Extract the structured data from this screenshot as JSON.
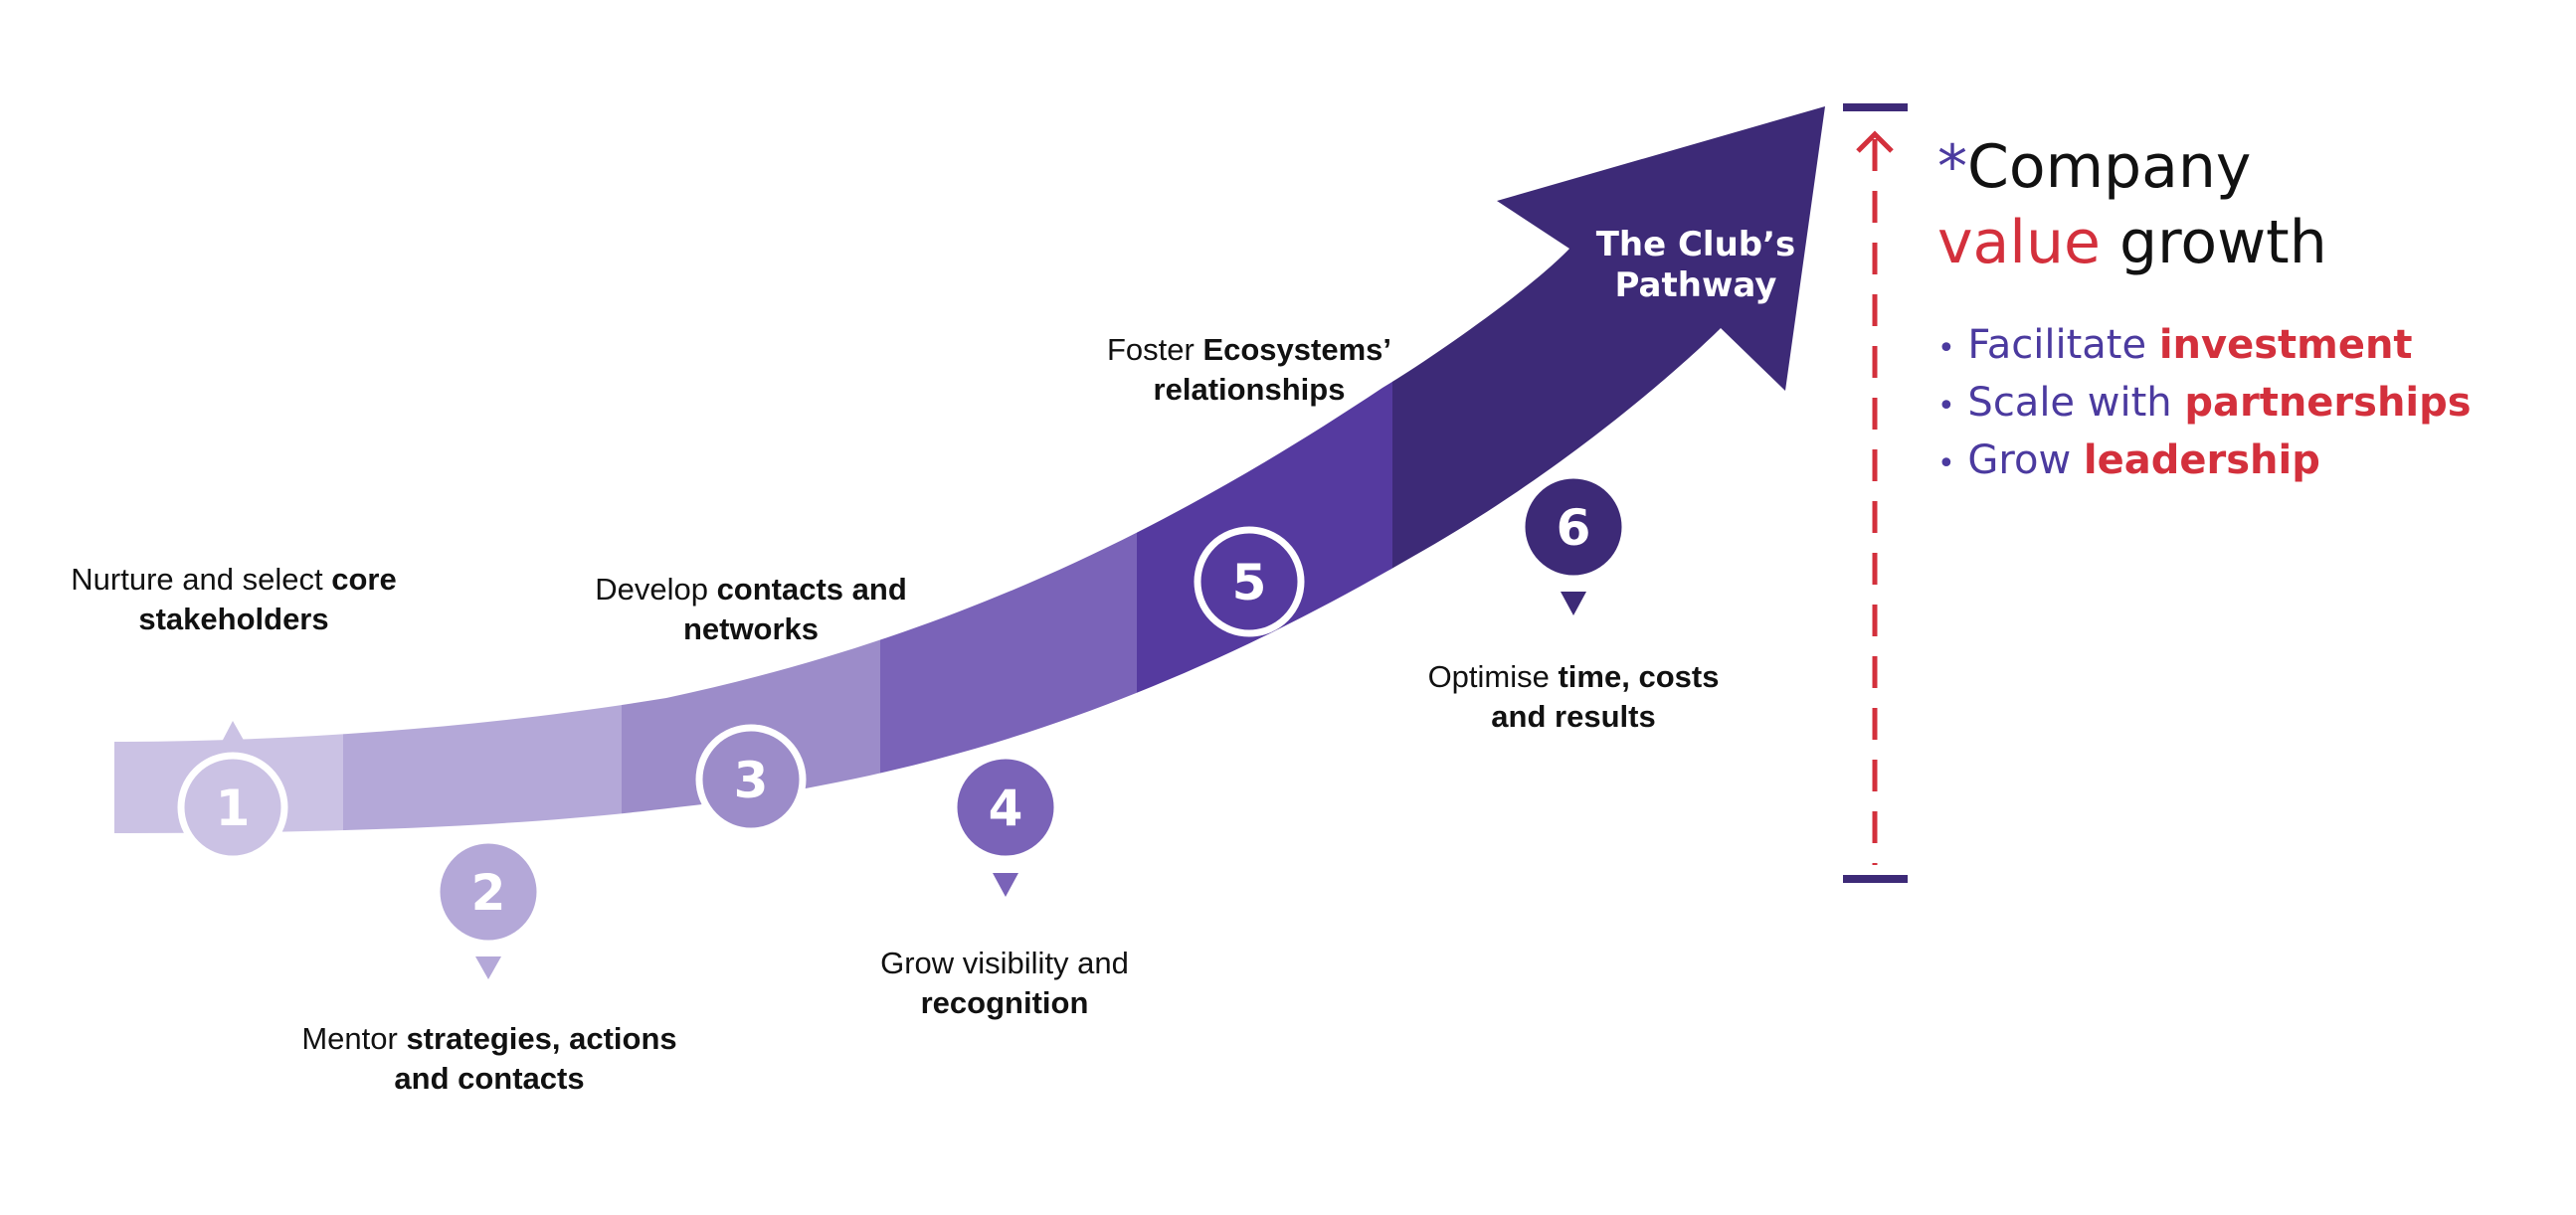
{
  "arrow": {
    "label_line1": "The Club’s",
    "label_line2": "Pathway"
  },
  "steps": [
    {
      "number": "1",
      "text_plain": "Nurture and select ",
      "text_bold": "core stakeholders"
    },
    {
      "number": "2",
      "text_plain": "Mentor ",
      "text_bold": "strategies, actions and contacts"
    },
    {
      "number": "3",
      "text_plain": "Develop ",
      "text_bold": "contacts and networks"
    },
    {
      "number": "4",
      "text_plain": "Grow visibility and ",
      "text_bold": "recognition"
    },
    {
      "number": "5",
      "text_plain": "Foster ",
      "text_bold": "Ecosystems’ relationships"
    },
    {
      "number": "6",
      "text_plain": "Optimise ",
      "text_bold": "time, costs and results"
    }
  ],
  "growth": {
    "asterisk": "*",
    "title_word1": "Company",
    "title_word2": "value",
    "title_word3": "growth",
    "bullets": [
      {
        "dot": "•",
        "plain": "Facilitate ",
        "bold": "investment"
      },
      {
        "dot": "•",
        "plain": "Scale with ",
        "bold": "partnerships"
      },
      {
        "dot": "•",
        "plain": "Grow ",
        "bold": "leadership"
      }
    ]
  },
  "colors": {
    "seg1": "#cbc2e4",
    "seg2": "#b4a8d8",
    "seg3": "#9c8cc9",
    "seg4": "#7a63b8",
    "seg5": "#553a9f",
    "seg6": "#3d2a77",
    "accent_red": "#d3303c",
    "accent_purple": "#4b3a9f"
  }
}
